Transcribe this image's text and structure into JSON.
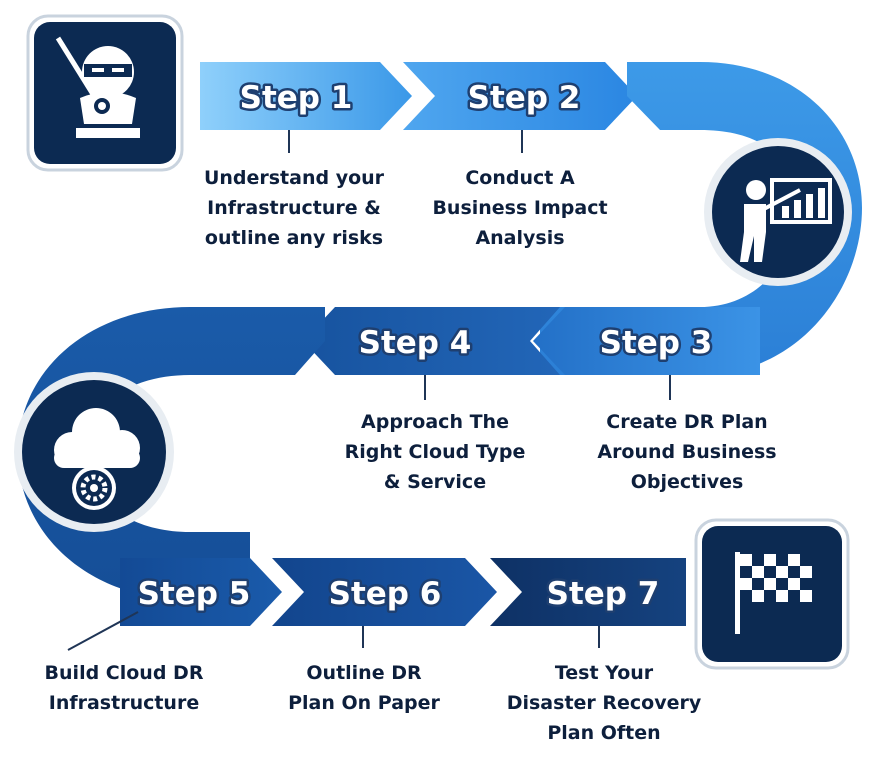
{
  "steps": [
    {
      "label": "Step 1",
      "description": "Understand your\nInfrastructure &\noutline any risks"
    },
    {
      "label": "Step 2",
      "description": "Conduct A\nBusiness Impact\nAnalysis"
    },
    {
      "label": "Step 3",
      "description": "Create DR Plan\nAround Business\nObjectives"
    },
    {
      "label": "Step 4",
      "description": "Approach The\nRight Cloud Type\n& Service"
    },
    {
      "label": "Step 5",
      "description": "Build Cloud DR\nInfrastructure"
    },
    {
      "label": "Step 6",
      "description": "Outline DR\nPlan On Paper"
    },
    {
      "label": "Step 7",
      "description": "Test Your\nDisaster Recovery\nPlan Often"
    }
  ],
  "icons": {
    "start": "ninja-icon",
    "presentation": "presentation-board-icon",
    "cloud": "cloud-gear-icon",
    "finish": "checkered-flag-icon"
  },
  "colors": {
    "row1": "#5bb2f0",
    "row2": "#1f6bbd",
    "row3": "#0f3f85",
    "dark": "#0c2a52"
  }
}
